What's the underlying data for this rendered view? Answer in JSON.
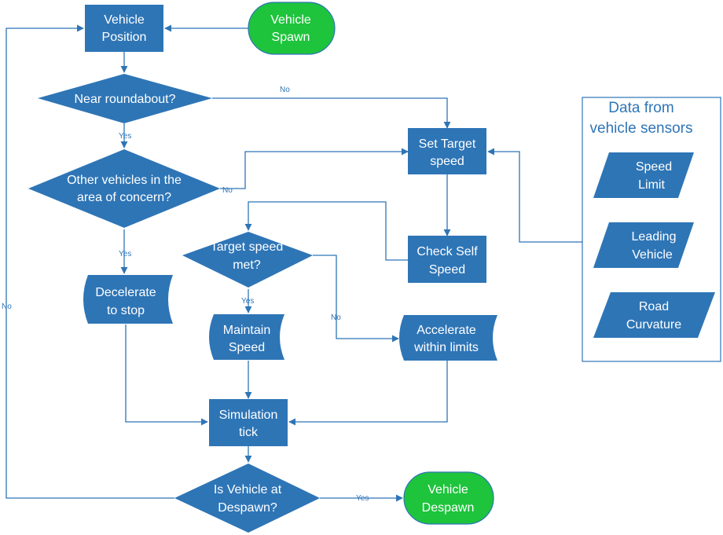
{
  "colors": {
    "process_fill": "#2e75b6",
    "terminal_fill": "#1ec43c",
    "edge": "#2e75b6",
    "text_on_shape": "#ffffff"
  },
  "nodes": {
    "vehicle_position": [
      "Vehicle",
      "Position"
    ],
    "vehicle_spawn": [
      "Vehicle",
      "Spawn"
    ],
    "near_roundabout": [
      "Near roundabout?"
    ],
    "other_vehicles": [
      "Other vehicles in the",
      "area of concern?"
    ],
    "set_target_speed": [
      "Set Target",
      "speed"
    ],
    "check_self_speed": [
      "Check Self",
      "Speed"
    ],
    "target_speed_met": [
      "Target speed",
      "met?"
    ],
    "decelerate": [
      "Decelerate",
      "to stop"
    ],
    "maintain_speed": [
      "Maintain",
      "Speed"
    ],
    "accelerate": [
      "Accelerate",
      "within limits"
    ],
    "simulation_tick": [
      "Simulation",
      "tick"
    ],
    "at_despawn": [
      "Is Vehicle at",
      "Despawn?"
    ],
    "vehicle_despawn": [
      "Vehicle",
      "Despawn"
    ]
  },
  "sensors_panel": {
    "title": [
      "Data from",
      "vehicle sensors"
    ],
    "items": {
      "speed_limit": [
        "Speed",
        "Limit"
      ],
      "leading_vehicle": [
        "Leading",
        "Vehicle"
      ],
      "road_curvature": [
        "Road",
        "Curvature"
      ]
    }
  },
  "edge_labels": {
    "roundabout_no": "No",
    "roundabout_yes": "Yes",
    "other_no": "No",
    "other_yes": "Yes",
    "met_yes": "Yes",
    "met_no": "No",
    "despawn_no": "No",
    "despawn_yes": "Yes"
  }
}
